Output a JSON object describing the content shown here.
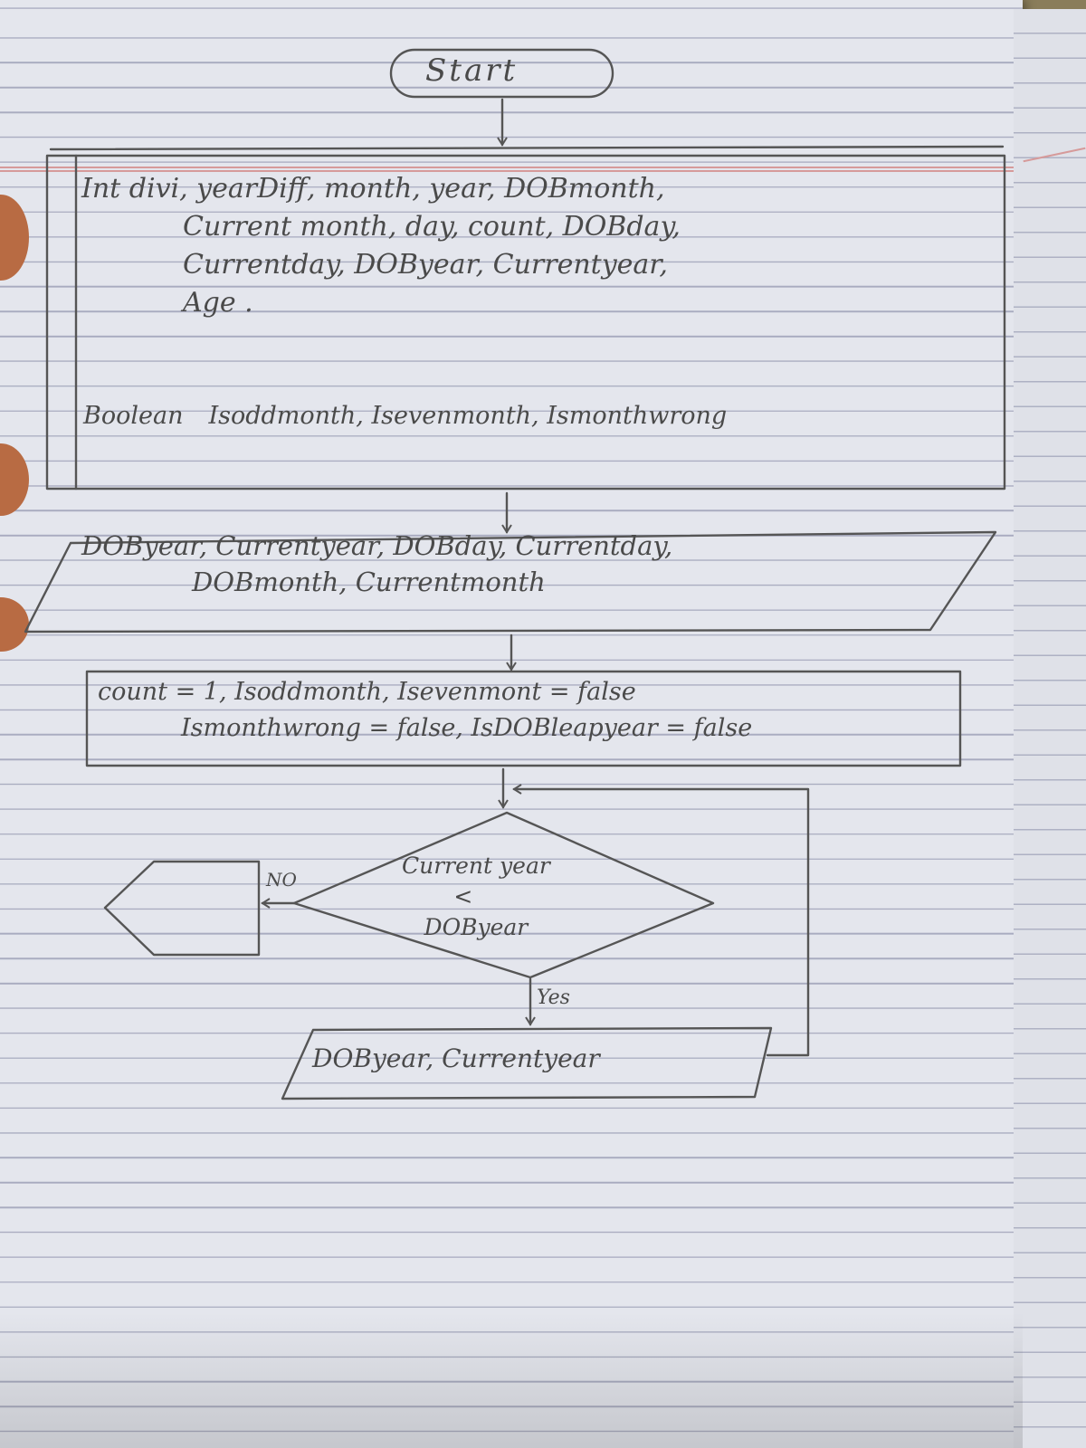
{
  "flowchart": {
    "start_label": "Start",
    "declaration": {
      "int_lines": [
        "Int divi, yearDiff, month, year, DOBmonth,",
        "Current month, day, count, DOBday,",
        "Currentday, DOByear, Currentyear,",
        "Age ."
      ],
      "boolean_keyword": "Boolean",
      "boolean_vars": "Isoddmonth, Isevenmonth, Ismonthwrong"
    },
    "input_block": {
      "line1": "DOByear, Currentyear, DOBday, Currentday,",
      "line2": "DOBmonth, Currentmonth"
    },
    "init_block": {
      "line1": "count = 1, Isoddmonth, Isevenmont = false",
      "line2": "Ismonthwrong = false, IsDOBleapyear = false"
    },
    "decision": {
      "line1": "Current year",
      "operator": "<",
      "line2": "DOByear",
      "no_label": "NO",
      "yes_label": "Yes"
    },
    "output_block": {
      "line1": "DOByear, Currentyear"
    }
  }
}
